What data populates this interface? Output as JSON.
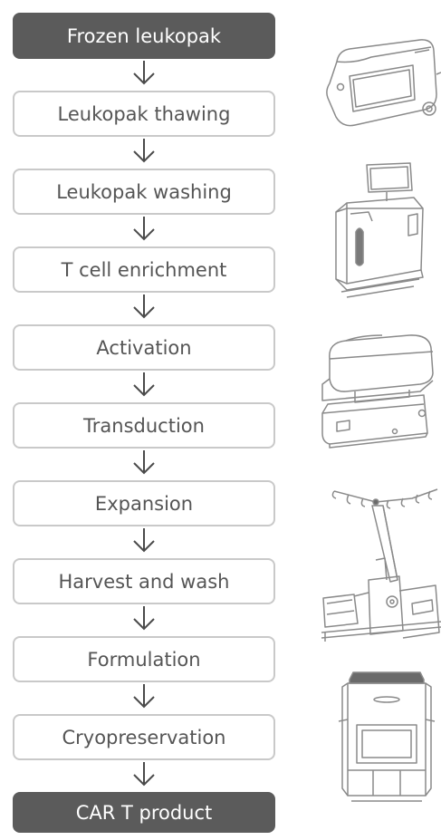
{
  "steps": [
    {
      "label": "Frozen leukopak",
      "style": "dark"
    },
    {
      "label": "Leukopak thawing",
      "style": "light"
    },
    {
      "label": "Leukopak washing",
      "style": "light"
    },
    {
      "label": "T cell enrichment",
      "style": "light"
    },
    {
      "label": "Activation",
      "style": "light"
    },
    {
      "label": "Transduction",
      "style": "light"
    },
    {
      "label": "Expansion",
      "style": "light"
    },
    {
      "label": "Harvest and wash",
      "style": "light"
    },
    {
      "label": "Formulation",
      "style": "light"
    },
    {
      "label": "Cryopreservation",
      "style": "light"
    },
    {
      "label": "CAR T product",
      "style": "dark"
    }
  ],
  "devices": [
    {
      "icon": "thawing-device-icon"
    },
    {
      "icon": "cell-processing-system-icon"
    },
    {
      "icon": "activation-transduction-device-icon"
    },
    {
      "icon": "bioreactor-icon"
    },
    {
      "icon": "controlled-rate-freezer-icon"
    }
  ],
  "colors": {
    "dark_box": "#5b5b5b",
    "box_border": "#c9c9c9",
    "text": "#555555",
    "line_art": "#8a8a8a"
  }
}
